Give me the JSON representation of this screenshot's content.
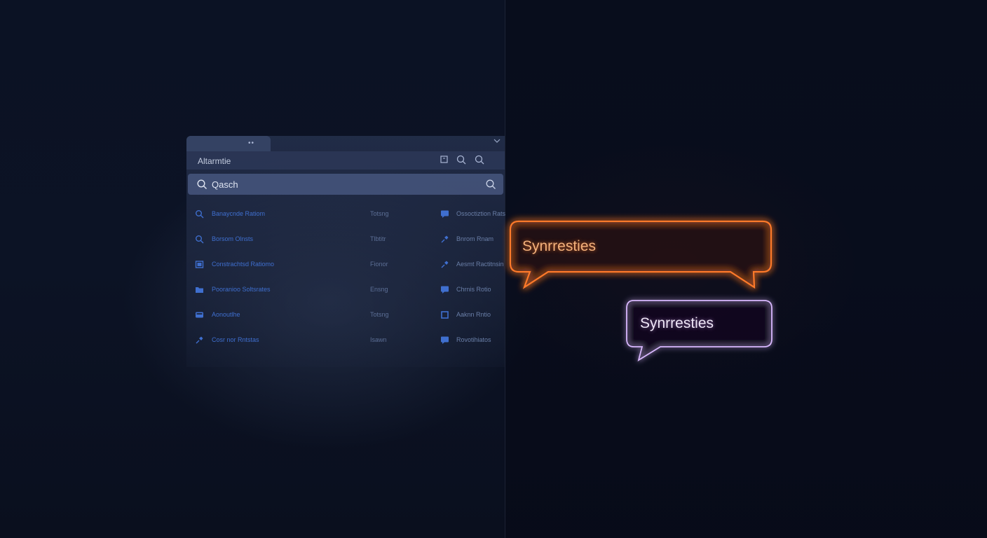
{
  "window": {
    "title": "Altarmtie",
    "tab_dots": "••"
  },
  "search": {
    "value": "Qasch",
    "placeholder": ""
  },
  "results": [
    {
      "label": "Banaycnde Ratiom",
      "meta": "Totsng",
      "label2": "Ossoctiztion Rats",
      "icon": "search-icon",
      "icon2": "chat-icon"
    },
    {
      "label": "Borsom Olnsts",
      "meta": "Tlbtitr",
      "label2": "Bnrom Rnam",
      "icon": "search-icon",
      "icon2": "pin-icon"
    },
    {
      "label": "Constrachtsd Ratiomo",
      "meta": "Fionor",
      "label2": "Aesmt Ractitnsin",
      "icon": "window-icon",
      "icon2": "pin-icon"
    },
    {
      "label": "Pooranioo Soltsrates",
      "meta": "Ensng",
      "label2": "Chrnis Rotio",
      "icon": "folder-icon",
      "icon2": "chat-icon"
    },
    {
      "label": "Aonoutlhe",
      "meta": "Totsng",
      "label2": "Aaknn Rntio",
      "icon": "card-icon",
      "icon2": "square-icon"
    },
    {
      "label": "Cosr nor Rntstas",
      "meta": "Isawn",
      "label2": "Rovotihiatos",
      "icon": "pin-icon",
      "icon2": "chat-icon"
    }
  ],
  "bubbles": {
    "orange": {
      "text": "Synrresties",
      "color": "#ff7a2a"
    },
    "violet": {
      "text": "Synrresties",
      "color": "#d9b8ff"
    }
  },
  "colors": {
    "background": "#0a0f1e",
    "accent_blue": "#3f6fcf"
  }
}
